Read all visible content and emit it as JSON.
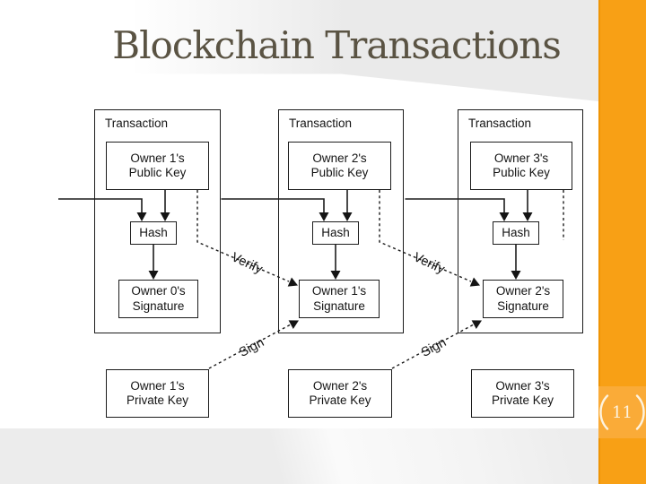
{
  "slide": {
    "title": "Blockchain Transactions",
    "page_number": "11"
  },
  "colors": {
    "side_bar_orange": "#f8a015",
    "side_bar_edge_orange": "#ef9404",
    "page_badge_orange": "#faab38",
    "page_number_ivory": "#fdf3df",
    "title_olive": "#5a5343",
    "diagram_line": "#1c1c1c",
    "background_gray": "#ececec"
  },
  "diagram": {
    "transactions": [
      {
        "label": "Transaction",
        "public_key_line1": "Owner 1's",
        "public_key_line2": "Public Key",
        "hash": "Hash",
        "signature_line1": "Owner 0's",
        "signature_line2": "Signature"
      },
      {
        "label": "Transaction",
        "public_key_line1": "Owner 2's",
        "public_key_line2": "Public Key",
        "hash": "Hash",
        "signature_line1": "Owner 1's",
        "signature_line2": "Signature"
      },
      {
        "label": "Transaction",
        "public_key_line1": "Owner 3's",
        "public_key_line2": "Public Key",
        "hash": "Hash",
        "signature_line1": "Owner 2's",
        "signature_line2": "Signature"
      }
    ],
    "private_keys": [
      {
        "line1": "Owner 1's",
        "line2": "Private Key"
      },
      {
        "line1": "Owner 2's",
        "line2": "Private Key"
      },
      {
        "line1": "Owner 3's",
        "line2": "Private Key"
      }
    ],
    "edge_labels": {
      "verify": "Verify",
      "sign": "Sign"
    }
  }
}
